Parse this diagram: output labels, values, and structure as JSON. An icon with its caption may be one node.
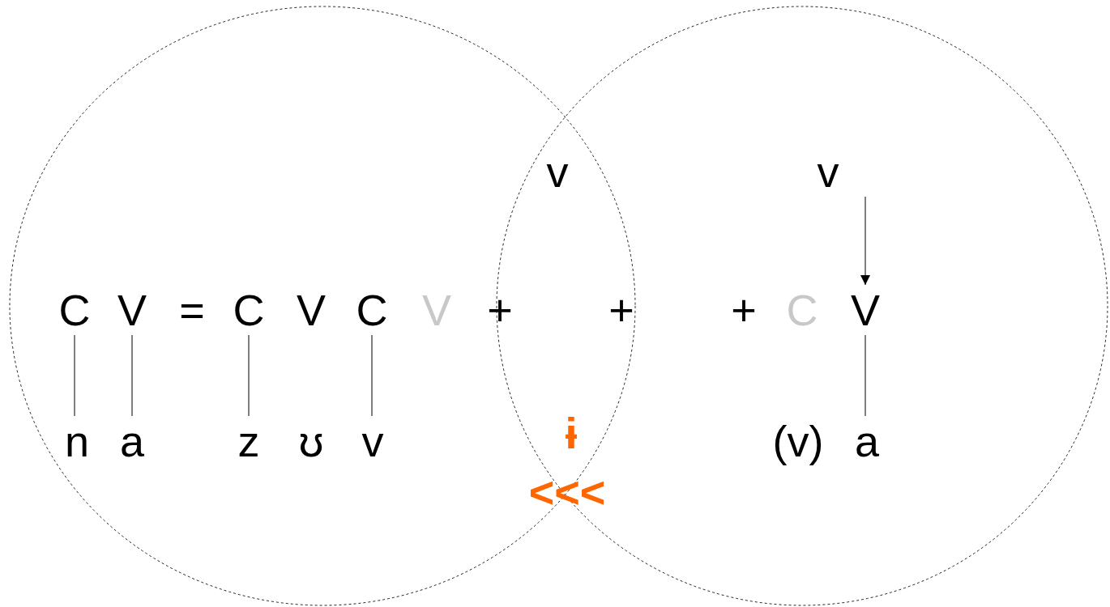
{
  "diagram": {
    "nodes": [
      {
        "text": [
          "v"
        ]
      },
      {
        "text": [
          "C"
        ]
      },
      {
        "text": [
          "V"
        ]
      },
      {
        "text": [
          "C"
        ]
      },
      {
        "text": [
          "C"
        ]
      },
      {
        "text": [
          "V"
        ]
      },
      {
        "text": [
          "n"
        ]
      },
      {
        "text": [
          "a"
        ]
      },
      {
        "text": [
          "z"
        ]
      },
      {
        "text": [
          "v"
        ]
      },
      {
        "text": [
          "a"
        ]
      }
    ],
    "edges": [
      {
        "from": 0,
        "to": 5,
        "arrow": "to"
      },
      {
        "from": 1,
        "to": 6,
        "arrow": "none"
      },
      {
        "from": 2,
        "to": 7,
        "arrow": "none"
      },
      {
        "from": 3,
        "to": 8,
        "arrow": "none"
      },
      {
        "from": 4,
        "to": 9,
        "arrow": "none"
      },
      {
        "from": 5,
        "to": 10,
        "arrow": "none"
      }
    ],
    "labels": [
      "v",
      "=",
      "V",
      "V",
      "+",
      "+",
      "+",
      "C",
      "ʊ",
      "ɨ",
      "(v)",
      "<<<"
    ]
  }
}
